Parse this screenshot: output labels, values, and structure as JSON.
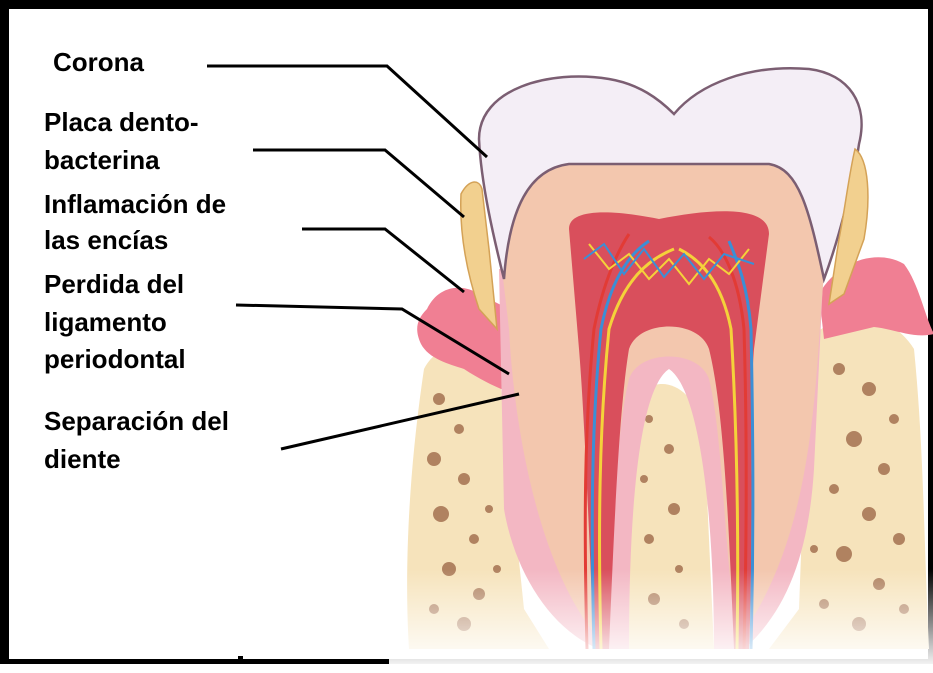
{
  "labels": {
    "corona": "Corona",
    "placa_1": "Placa dento-",
    "placa_2": "bacterina",
    "inflamacion_1": "Inflamación de",
    "inflamacion_2": "las encías",
    "perdida_1": "Perdida del",
    "perdida_2": "ligamento",
    "perdida_3": "periodontal",
    "separacion_1": "Separación del",
    "separacion_2": "diente"
  },
  "colors": {
    "enamel": "#f4eef6",
    "dentin": "#f3c7ae",
    "pulp": "#d94f5c",
    "gum": "#f07f93",
    "bone": "#f6e3bb",
    "bone_pore": "#b08260",
    "plaque": "#f2d08f",
    "artery": "#e23b35",
    "vein": "#3b8fd6",
    "nerve": "#f4d23a"
  }
}
